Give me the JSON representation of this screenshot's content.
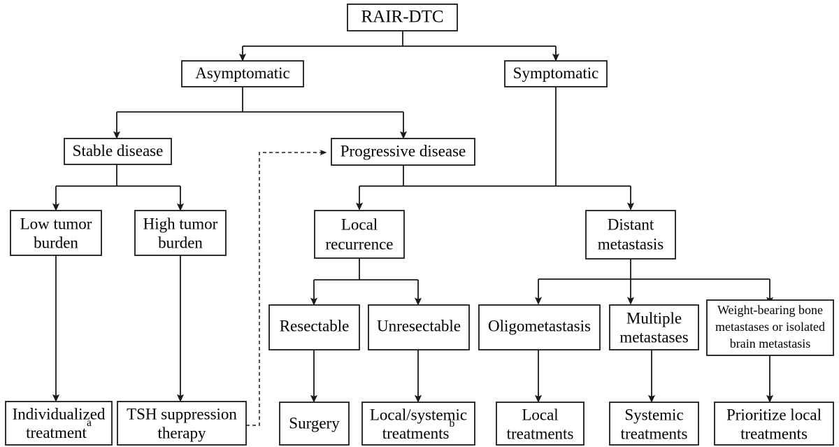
{
  "diagram": {
    "title": "RAIR-DTC management flowchart",
    "colors": {
      "stroke": "#1a1a1a",
      "fill": "#ffffff",
      "text": "#000000"
    },
    "nodes": {
      "root": {
        "label": "RAIR-DTC",
        "lines": [
          "RAIR-DTC"
        ]
      },
      "asymptomatic": {
        "label": "Asymptomatic",
        "lines": [
          "Asymptomatic"
        ]
      },
      "symptomatic": {
        "label": "Symptomatic",
        "lines": [
          "Symptomatic"
        ]
      },
      "stable_disease": {
        "label": "Stable disease",
        "lines": [
          "Stable disease"
        ]
      },
      "progressive_disease": {
        "label": "Progressive disease",
        "lines": [
          "Progressive disease"
        ]
      },
      "low_tumor_burden": {
        "label": "Low tumor burden",
        "line1": "Low tumor",
        "line2": "burden"
      },
      "high_tumor_burden": {
        "label": "High tumor burden",
        "line1": "High tumor",
        "line2": "burden"
      },
      "local_recurrence": {
        "label": "Local recurrence",
        "line1": "Local",
        "line2": "recurrence"
      },
      "distant_metastasis": {
        "label": "Distant metastasis",
        "line1": "Distant",
        "line2": "metastasis"
      },
      "resectable": {
        "label": "Resectable",
        "lines": [
          "Resectable"
        ]
      },
      "unresectable": {
        "label": "Unresectable",
        "lines": [
          "Unresectable"
        ]
      },
      "oligometastasis": {
        "label": "Oligometastasis",
        "lines": [
          "Oligometastasis"
        ]
      },
      "multiple_metastases": {
        "label": "Multiple metastases",
        "line1": "Multiple",
        "line2": "metastases"
      },
      "weight_bearing": {
        "label": "Weight-bearing bone metastases or isolated brain metastasis",
        "line1": "Weight-bearing bone",
        "line2": "metastases or isolated",
        "line3": "brain metastasis"
      },
      "individualized_treatment": {
        "label": "Individualized treatment a",
        "line1": "Individualized",
        "line2": "treatment",
        "line2_sup": "a"
      },
      "tsh_suppression": {
        "label": "TSH suppression therapy",
        "line1": "TSH suppression",
        "line2": "therapy"
      },
      "surgery": {
        "label": "Surgery",
        "lines": [
          "Surgery"
        ]
      },
      "local_systemic_treatments": {
        "label": "Local/systemic treatments b",
        "line1": "Local/systemic",
        "line2": "treatments",
        "line2_sup": "b"
      },
      "local_treatments": {
        "label": "Local treatments",
        "line1": "Local",
        "line2": "treatments"
      },
      "systemic_treatments": {
        "label": "Systemic treatments",
        "line1": "Systemic",
        "line2": "treatments"
      },
      "prioritize_local_treatments": {
        "label": "Prioritize local treatments",
        "line1": "Prioritize local",
        "line2": "treatments"
      }
    },
    "edges": [
      {
        "from": "root",
        "to": "asymptomatic",
        "style": "solid"
      },
      {
        "from": "root",
        "to": "symptomatic",
        "style": "solid"
      },
      {
        "from": "asymptomatic",
        "to": "stable_disease",
        "style": "solid"
      },
      {
        "from": "asymptomatic",
        "to": "progressive_disease",
        "style": "solid"
      },
      {
        "from": "symptomatic",
        "to": "local_recurrence",
        "style": "solid"
      },
      {
        "from": "symptomatic",
        "to": "distant_metastasis",
        "style": "solid"
      },
      {
        "from": "stable_disease",
        "to": "low_tumor_burden",
        "style": "solid"
      },
      {
        "from": "stable_disease",
        "to": "high_tumor_burden",
        "style": "solid"
      },
      {
        "from": "progressive_disease",
        "to": "local_recurrence",
        "style": "solid"
      },
      {
        "from": "progressive_disease",
        "to": "distant_metastasis",
        "style": "solid"
      },
      {
        "from": "low_tumor_burden",
        "to": "individualized_treatment",
        "style": "solid"
      },
      {
        "from": "high_tumor_burden",
        "to": "tsh_suppression",
        "style": "solid"
      },
      {
        "from": "local_recurrence",
        "to": "resectable",
        "style": "solid"
      },
      {
        "from": "local_recurrence",
        "to": "unresectable",
        "style": "solid"
      },
      {
        "from": "distant_metastasis",
        "to": "oligometastasis",
        "style": "solid"
      },
      {
        "from": "distant_metastasis",
        "to": "multiple_metastases",
        "style": "solid"
      },
      {
        "from": "distant_metastasis",
        "to": "weight_bearing",
        "style": "solid"
      },
      {
        "from": "resectable",
        "to": "surgery",
        "style": "solid"
      },
      {
        "from": "unresectable",
        "to": "local_systemic_treatments",
        "style": "solid"
      },
      {
        "from": "oligometastasis",
        "to": "local_treatments",
        "style": "solid"
      },
      {
        "from": "multiple_metastases",
        "to": "systemic_treatments",
        "style": "solid"
      },
      {
        "from": "weight_bearing",
        "to": "prioritize_local_treatments",
        "style": "solid"
      },
      {
        "from": "tsh_suppression",
        "to": "progressive_disease",
        "style": "dashed"
      }
    ]
  }
}
